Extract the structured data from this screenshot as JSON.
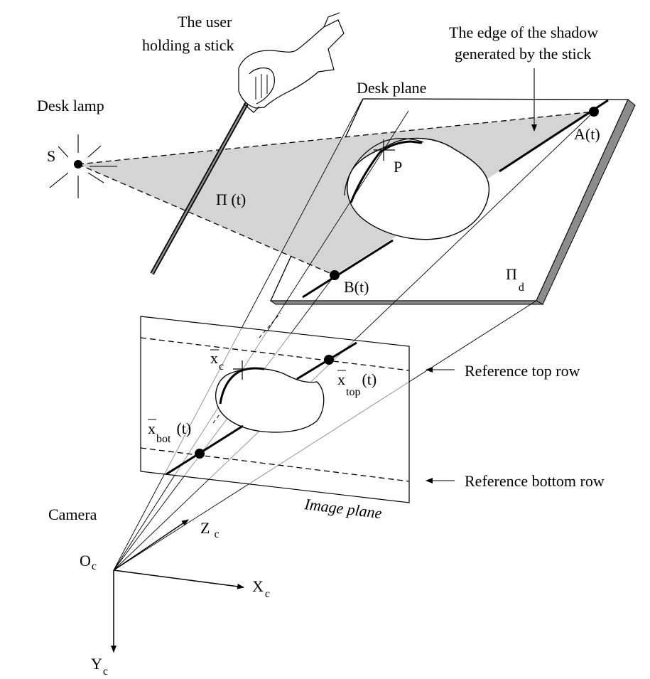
{
  "labels": {
    "user_title_1": "The user",
    "user_title_2": "holding a stick",
    "shadow_edge_1": "The edge of the shadow",
    "shadow_edge_2": "generated by the stick",
    "desk_plane": "Desk plane",
    "desk_lamp": "Desk lamp",
    "light_source": "S",
    "shadow_plane": "Π (t)",
    "point_p": "P",
    "point_a": "A(t)",
    "point_b": "B(t)",
    "desk_plane_symbol": "Π",
    "desk_plane_symbol_sub": "d",
    "xc_main": "x",
    "xc_sub": "c",
    "xtop_main": "x",
    "xtop_sub": "top",
    "xtop_arg": "(t)",
    "xbot_main": "x",
    "xbot_sub": "bot",
    "xbot_arg": "(t)",
    "ref_top_row": "Reference top row",
    "ref_bottom_row": "Reference bottom row",
    "image_plane": "Image plane",
    "camera": "Camera",
    "origin_main": "O",
    "origin_sub": "c",
    "zc_main": "Z",
    "zc_sub": "c",
    "xaxis_main": "X",
    "xaxis_sub": "c",
    "yc_main": "Y",
    "yc_sub": "c"
  },
  "colors": {
    "shadow_fill": "#d4d4d4",
    "desk_edge": "#8c8c8c",
    "stroke": "#000000"
  }
}
